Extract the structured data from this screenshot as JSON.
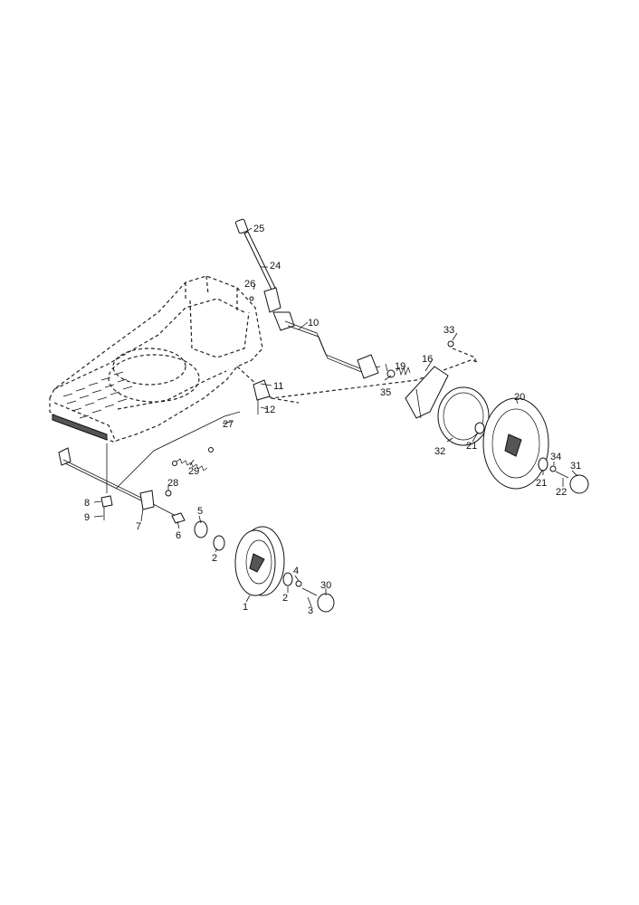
{
  "diagram": {
    "labels": {
      "p1": "1",
      "p2a": "2",
      "p2b": "2",
      "p3": "3",
      "p4": "4",
      "p5": "5",
      "p6": "6",
      "p7": "7",
      "p8": "8",
      "p9": "9",
      "p10": "10",
      "p11": "11",
      "p12": "12",
      "p16": "16",
      "p19": "19",
      "p20": "20",
      "p21a": "21",
      "p21b": "21",
      "p22": "22",
      "p24": "24",
      "p25": "25",
      "p26": "26",
      "p27": "27",
      "p28": "28",
      "p29": "29",
      "p30": "30",
      "p31": "31",
      "p32": "32",
      "p33": "33",
      "p34": "34",
      "p35": "35"
    }
  }
}
